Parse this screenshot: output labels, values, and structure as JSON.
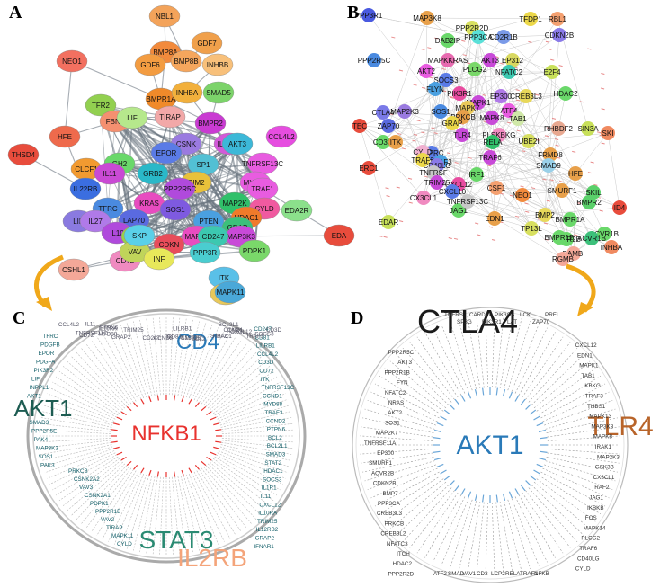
{
  "panels": {
    "a": {
      "label": "A",
      "nodes": [
        {
          "n": "NBL1",
          "c": "#f3a35a"
        },
        {
          "n": "GDF7",
          "c": "#f0a04b"
        },
        {
          "n": "BMP8A",
          "c": "#f28a3c"
        },
        {
          "n": "GDF6",
          "c": "#f39c41"
        },
        {
          "n": "BMP8B",
          "c": "#f5a65d"
        },
        {
          "n": "INHBB",
          "c": "#f8c07a"
        },
        {
          "n": "NEO1",
          "c": "#f27060"
        },
        {
          "n": "BMPR1A",
          "c": "#f08a2a"
        },
        {
          "n": "INHBA",
          "c": "#f2b03c"
        },
        {
          "n": "SMAD5",
          "c": "#7cd36a"
        },
        {
          "n": "TFR2",
          "c": "#92d050"
        },
        {
          "n": "BMPR2",
          "c": "#c93bd2"
        },
        {
          "n": "HFE",
          "c": "#ee6a4c"
        },
        {
          "n": "FBN1",
          "c": "#f49070"
        },
        {
          "n": "LIF",
          "c": "#b6e88c"
        },
        {
          "n": "TIRAP",
          "c": "#f2a8a8"
        },
        {
          "n": "IL10RB",
          "c": "#d25ad8"
        },
        {
          "n": "CCL4L2",
          "c": "#e64de0"
        },
        {
          "n": "CSNK",
          "c": "#9a7ae0"
        },
        {
          "n": "AKT3",
          "c": "#3cb8d8"
        },
        {
          "n": "TNFRSF13C",
          "c": "#e85ce0"
        },
        {
          "n": "MYD88",
          "c": "#e85ce0"
        },
        {
          "n": "THSD4",
          "c": "#e84c3c"
        },
        {
          "n": "EPOR",
          "c": "#5a7be6"
        },
        {
          "n": "GH2",
          "c": "#6ad86a"
        },
        {
          "n": "SP1",
          "c": "#52c0d4"
        },
        {
          "n": "TRAF1",
          "c": "#e85ce0"
        },
        {
          "n": "CLCF1",
          "c": "#f29a30"
        },
        {
          "n": "GRB2",
          "c": "#2ab8c8"
        },
        {
          "n": "RIM2",
          "c": "#e8c13a"
        },
        {
          "n": "CYLD",
          "c": "#f05aa0"
        },
        {
          "n": "IL22RB",
          "c": "#3b6ee0"
        },
        {
          "n": "IL11",
          "c": "#c94ad4"
        },
        {
          "n": "PPP2R5C",
          "c": "#b04adc"
        },
        {
          "n": "MAP2K",
          "c": "#30c06a"
        },
        {
          "n": "EDA2R",
          "c": "#8be08b"
        },
        {
          "n": "TFRC",
          "c": "#4a8ae0"
        },
        {
          "n": "KRAS",
          "c": "#e84cc0"
        },
        {
          "n": "SOS1",
          "c": "#7e5ae0"
        },
        {
          "n": "HDAC1",
          "c": "#f07a2a"
        },
        {
          "n": "LIF",
          "c": "#8a7ae0"
        },
        {
          "n": "IL27",
          "c": "#b07ae8"
        },
        {
          "n": "LAP70",
          "c": "#5a6ae0"
        },
        {
          "n": "PTEN",
          "c": "#4aa0e0"
        },
        {
          "n": "GRAP",
          "c": "#3cc07a"
        },
        {
          "n": "IL10",
          "c": "#b04adc"
        },
        {
          "n": "PAK",
          "c": "#9ad04a"
        },
        {
          "n": "MAPK1",
          "c": "#e84cc0"
        },
        {
          "n": "MAP3K3",
          "c": "#c84ad8"
        },
        {
          "n": "CD247",
          "c": "#3cc8b0"
        },
        {
          "n": "CDKN",
          "c": "#e84c5a"
        },
        {
          "n": "CD72",
          "c": "#f08ac0"
        },
        {
          "n": "VAV",
          "c": "#c0d45a"
        },
        {
          "n": "INF",
          "c": "#e8e85a"
        },
        {
          "n": "PPP3R",
          "c": "#4acdd0"
        },
        {
          "n": "PDPK1",
          "c": "#7ad86a"
        },
        {
          "n": "EDA",
          "c": "#e84c3c"
        },
        {
          "n": "SKP",
          "c": "#5ad0e8"
        },
        {
          "n": "ITK",
          "c": "#5ac0e8"
        },
        {
          "n": "UBE2",
          "c": "#e8c85a"
        },
        {
          "n": "MAPK11",
          "c": "#4aa8d8"
        },
        {
          "n": "CSHL1",
          "c": "#f4a898"
        }
      ]
    },
    "b": {
      "label": "B",
      "nodes": [
        {
          "n": "PPP3R1",
          "c": "#4a5ae0"
        },
        {
          "n": "MAP3K8",
          "c": "#e8a04a"
        },
        {
          "n": "TFDP1",
          "c": "#ecd84a"
        },
        {
          "n": "RBL1",
          "c": "#f4a070"
        },
        {
          "n": "PPP2R2D",
          "c": "#d8e060"
        },
        {
          "n": "DAB2IP",
          "c": "#6ad86a"
        },
        {
          "n": "PPP3CA",
          "c": "#5ae0d8"
        },
        {
          "n": "CD2R1B",
          "c": "#7a9ae8"
        },
        {
          "n": "CDKN2B",
          "c": "#8a7ae8"
        },
        {
          "n": "PPP2R5C",
          "c": "#4a8ae0"
        },
        {
          "n": "MAPKKRAS",
          "c": "#e86ab0"
        },
        {
          "n": "AKT3",
          "c": "#c84ad8"
        },
        {
          "n": "EP312",
          "c": "#d8d860"
        },
        {
          "n": "PLCG2",
          "c": "#7ad86a"
        },
        {
          "n": "AKT2",
          "c": "#e85ce0"
        },
        {
          "n": "SOCS3",
          "c": "#5a7be6"
        },
        {
          "n": "NFATC2",
          "c": "#3cc8b0"
        },
        {
          "n": "E2F4",
          "c": "#c8e05a"
        },
        {
          "n": "CTLA4",
          "c": "#7a7ae8"
        },
        {
          "n": "EP300",
          "c": "#b07ae8"
        },
        {
          "n": "CREB3L3",
          "c": "#e8d85a"
        },
        {
          "n": "HDAC2",
          "c": "#6ad86a"
        },
        {
          "n": "ZAP70",
          "c": "#5a6ae0"
        },
        {
          "n": "PIK3R1",
          "c": "#e84ca0"
        },
        {
          "n": "MAPK1",
          "c": "#c84ad8"
        },
        {
          "n": "FLYN",
          "c": "#4aa0e0"
        },
        {
          "n": "MAPK7",
          "c": "#e8c85a"
        },
        {
          "n": "ATF4",
          "c": "#e85ce0"
        },
        {
          "n": "MAP2K3",
          "c": "#9a7ae0"
        },
        {
          "n": "SOS1",
          "c": "#4a8ae0"
        },
        {
          "n": "PRKCB",
          "c": "#e8a04a"
        },
        {
          "n": "TAB1",
          "c": "#d0e8a8"
        },
        {
          "n": "CD3G",
          "c": "#6ad86a"
        },
        {
          "n": "GRAP",
          "c": "#ecd84a"
        },
        {
          "n": "MAPK8",
          "c": "#c84ad8"
        },
        {
          "n": "RHBDF2",
          "c": "#e8a890"
        },
        {
          "n": "SIN3A",
          "c": "#c8e05a"
        },
        {
          "n": "TEC",
          "c": "#e84c3c"
        },
        {
          "n": "ITK",
          "c": "#e8a04a"
        },
        {
          "n": "PTPRC",
          "c": "#5a7be6"
        },
        {
          "n": "TLR4",
          "c": "#c84ad8"
        },
        {
          "n": "FLSKBKG",
          "c": "#f08ac0"
        },
        {
          "n": "UBE2I",
          "c": "#d8e060"
        },
        {
          "n": "SKI",
          "c": "#f08a60"
        },
        {
          "n": "ERC1",
          "c": "#e84c3c"
        },
        {
          "n": "TRAF3",
          "c": "#4aa0e0"
        },
        {
          "n": "RELA",
          "c": "#30c06a"
        },
        {
          "n": "FRMD8",
          "c": "#e8a04a"
        },
        {
          "n": "SMAD9",
          "c": "#9ad0e8"
        },
        {
          "n": "HFE",
          "c": "#e8a04a"
        },
        {
          "n": "CYLD",
          "c": "#f0b0d0"
        },
        {
          "n": "TRAF6",
          "c": "#c84ad8"
        },
        {
          "n": "TRAF2",
          "c": "#ecd84a"
        },
        {
          "n": "CD40LG",
          "c": "#8a7ae8"
        },
        {
          "n": "SKIL",
          "c": "#5ad06a"
        },
        {
          "n": "TNFRSF",
          "c": "#c8c8c8"
        },
        {
          "n": "IRF1",
          "c": "#6ad86a"
        },
        {
          "n": "TRIM25",
          "c": "#c84ad8"
        },
        {
          "n": "CXCL12",
          "c": "#e84ca0"
        },
        {
          "n": "CXCL10",
          "c": "#5a7be6"
        },
        {
          "n": "SMURF1",
          "c": "#e8a04a"
        },
        {
          "n": "CSF1",
          "c": "#f4a070"
        },
        {
          "n": "NEO1",
          "c": "#f28a3c"
        },
        {
          "n": "JAG1",
          "c": "#6ad86a"
        },
        {
          "n": "BMPR2",
          "c": "#5ad06a"
        },
        {
          "n": "CX3CL1",
          "c": "#f08ac0"
        },
        {
          "n": "TNFRSF13C",
          "c": "#c8c8c8"
        },
        {
          "n": "ID4",
          "c": "#e84c3c"
        },
        {
          "n": "BMP2",
          "c": "#e8d85a"
        },
        {
          "n": "EDN1",
          "c": "#e8a04a"
        },
        {
          "n": "BMPR1A",
          "c": "#6ad86a"
        },
        {
          "n": "EDAR",
          "c": "#c8e05a"
        },
        {
          "n": "TP13L",
          "c": "#d8e060"
        },
        {
          "n": "ACVR2B",
          "c": "#6ad86a"
        },
        {
          "n": "ACVR1B",
          "c": "#6ad86a"
        },
        {
          "n": "BMPR1B",
          "c": "#6ad86a"
        },
        {
          "n": "ACVR1B",
          "c": "#3cc07a"
        },
        {
          "n": "BAMBI",
          "c": "#f4a898"
        },
        {
          "n": "INHBA",
          "c": "#f08a60"
        },
        {
          "n": "RGMB",
          "c": "#f4a898"
        }
      ]
    },
    "c": {
      "label": "C",
      "hubs": [
        {
          "t": "NFKB1",
          "c": "#e8322e"
        },
        {
          "t": "AKT1",
          "c": "#1d5c52"
        },
        {
          "t": "CD4",
          "c": "#2a7ab8"
        },
        {
          "t": "STAT3",
          "c": "#2a8a72"
        },
        {
          "t": "IL2RB",
          "c": "#f4a47a"
        }
      ],
      "ring": [
        "CD247",
        "CD81",
        "LILRB1",
        "CCL4L2",
        "CD3D",
        "CD72",
        "ITK",
        "TNFRSF13C",
        "CCND1",
        "PTPN6",
        "MYD88",
        "TRAF3",
        "CCND2",
        "BCL2",
        "BCL2L1",
        "SMAD3",
        "STAT2",
        "HDAC1",
        "SOCS3",
        "IL1R1",
        "IL11",
        "CXCL12",
        "IL10RA",
        "TRIM25",
        "IL12RB2",
        "GRAP2",
        "IFNAR1",
        "IL10RB",
        "PIAS1",
        "STAT",
        "IL2RB",
        "MAPK11",
        "STAT3",
        "SPG",
        "TIRAP",
        "CYLD",
        "CSNK1A1",
        "VAV2",
        "PPP2R1B",
        "PDPK1",
        "CSNK2A1",
        "VAV3",
        "CSNK2A2",
        "PRKCB",
        "PAK3",
        "SOS1",
        "MAP3K3",
        "PPP2R5E",
        "SMAD3",
        "AKT1",
        "INPPL1",
        "LIF",
        "PIK3R2",
        "PAK4",
        "PDGFA",
        "EPOR",
        "PDGFB",
        "TFRC",
        "SKP1",
        "BCL10",
        "TRAF1",
        "MAPK1",
        "GRB2",
        "GSK3B"
      ],
      "left_labels": [
        "TFRC",
        "PDGFB",
        "EPOR",
        "PDGFA",
        "PIK3R2",
        "LIF",
        "INPPL1",
        "AKT1",
        "SMAD3",
        "PPP2R5E",
        "PAK4",
        "MAP3K3",
        "SOS1",
        "PAK3"
      ],
      "right_labels": [
        "CD247",
        "CD81",
        "LILRB1",
        "CCL4L2",
        "CD3D",
        "CD72",
        "ITK",
        "TNFRSF13C",
        "CCND1",
        "MYD88",
        "TRAF3",
        "CCND2",
        "PTPN6",
        "BCL2",
        "BCL2L1",
        "SMAD3",
        "STAT2",
        "HDAC1",
        "SOCS3",
        "IL1R1",
        "IL11",
        "CXCL12",
        "IL10RA",
        "TRIM25",
        "IL12RB2",
        "GRAP2",
        "IFNAR1"
      ]
    },
    "d": {
      "label": "D",
      "hubs": [
        {
          "t": "CTLA4",
          "c": "#1a1a1a"
        },
        {
          "t": "TLR4",
          "c": "#b8642a"
        },
        {
          "t": "AKT1",
          "c": "#2a7ab8"
        }
      ],
      "left_labels": [
        "PPP2R5C",
        "AKT3",
        "PPP2R1B",
        "FYN",
        "NFATC2",
        "NRAS",
        "AKT2",
        "SOS1",
        "MAP2K7",
        "TNFRSF11A",
        "EP300",
        "SMURF1",
        "ACVR2B",
        "CDKN2B",
        "BMP7",
        "PPP3CA",
        "CREB3L3",
        "PRKCB",
        "CREB3L2",
        "NFATC3",
        "ITCH",
        "HDAC2",
        "PPP2R2D"
      ],
      "right_labels": [
        "CXCL12",
        "EDN1",
        "MAPK1",
        "TAB1",
        "IKBKG",
        "TRAF3",
        "THBS1",
        "MAPK13",
        "MAP3K8",
        "MAPK8",
        "IRAK1",
        "MAP2K3",
        "GSK3B",
        "CX3CL1",
        "TRAF2",
        "JAG1",
        "IKBKB",
        "FOS",
        "MAPK14",
        "PLCG2",
        "TRAF6",
        "CD40LG",
        "CYLD"
      ],
      "top_labels": [
        "TNFRS",
        "SP3G",
        "CARD11",
        "PIK3R1",
        "PIK3CA",
        "LAT",
        "LCK",
        "ZAP70",
        "PREL"
      ]
    }
  }
}
